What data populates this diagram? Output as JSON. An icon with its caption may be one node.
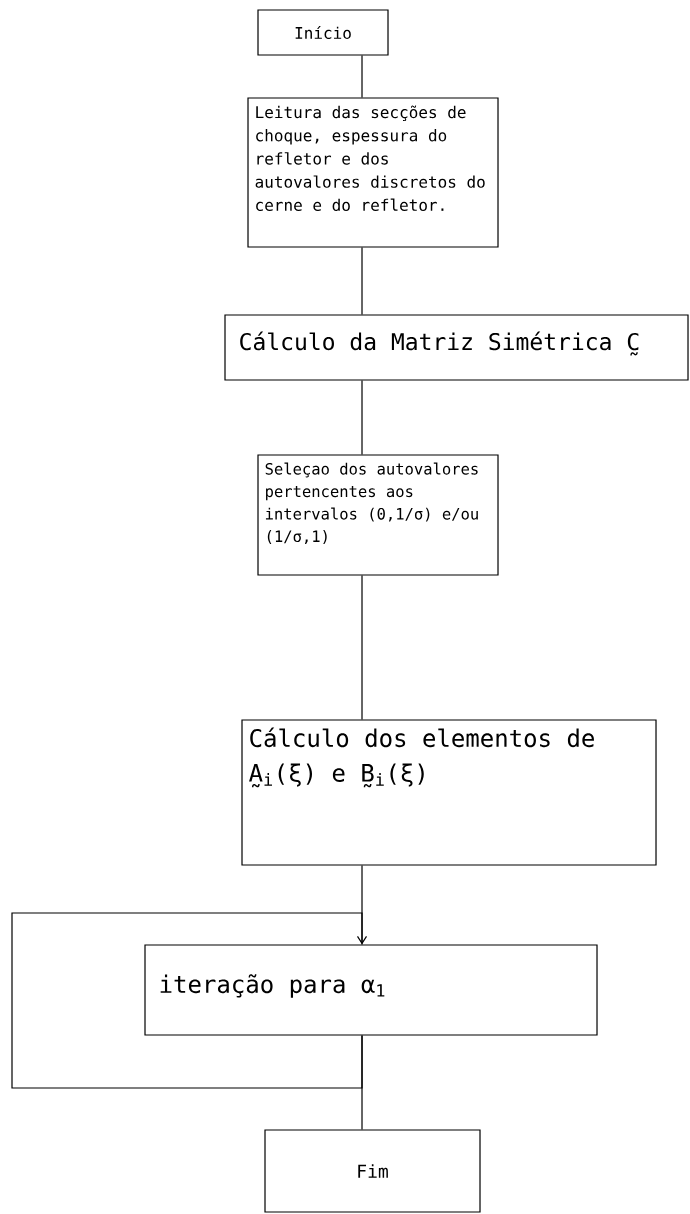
{
  "diagram": {
    "nodes": [
      {
        "text": [
          "Início"
        ]
      },
      {
        "text": [
          "Leitura das secções de choque, espessura do refletor e dos autovalores discretos do cerne e do refletor."
        ]
      },
      {
        "text": [
          "Cálculo da Matriz Simétrica C̰"
        ]
      },
      {
        "text": [
          "Seleçao dos autovalores pertencentes aos intervalos (0,1/σ) e/ou (1/σ,1)"
        ]
      },
      {
        "text": [
          "Cálculo dos elementos de A̰$_{i}$(ξ) e B̰$_{i}$(ξ)"
        ]
      },
      {
        "text": [
          "iteração para α$_{1}$"
        ]
      },
      {
        "text": [
          "Fim"
        ]
      }
    ],
    "edges": [
      {
        "from": 0,
        "to": 1,
        "arrow": "none"
      },
      {
        "from": 1,
        "to": 2,
        "arrow": "none"
      },
      {
        "from": 2,
        "to": 3,
        "arrow": "none"
      },
      {
        "from": 3,
        "to": 4,
        "arrow": "none"
      },
      {
        "from": 4,
        "to": 5,
        "arrow": "none"
      },
      {
        "from": 5,
        "to": 6,
        "arrow": "none"
      },
      {
        "from": 5,
        "to": 5,
        "arrow": "to"
      }
    ]
  }
}
